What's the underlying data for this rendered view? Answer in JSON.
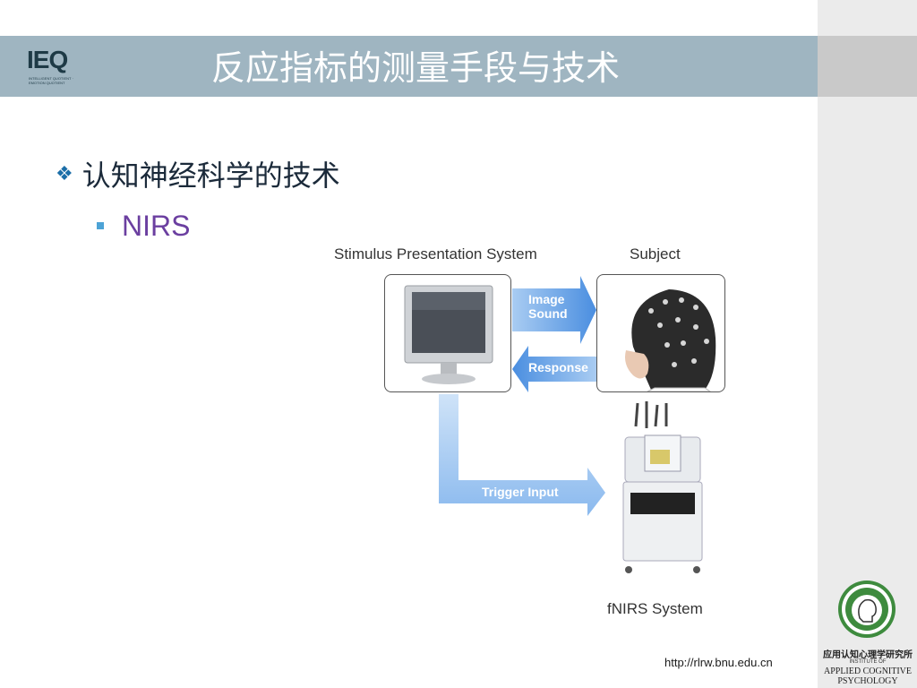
{
  "header": {
    "logo_text": "IEQ",
    "logo_sub": "INTELLIGENT QUOTIENT · EMOTION QUOTIENT",
    "title": "反应指标的测量手段与技术"
  },
  "content": {
    "bullet1": "认知神经科学的技术",
    "bullet2": "NIRS"
  },
  "figure": {
    "stimulus_label": "Stimulus Presentation System",
    "subject_label": "Subject",
    "arrow_image": "Image",
    "arrow_sound": "Sound",
    "arrow_response": "Response",
    "arrow_trigger": "Trigger Input",
    "fnirs_label": "fNIRS System"
  },
  "footer": {
    "url": "http://rlrw.bnu.edu.cn",
    "inst_cn": "应用认知心理学研究所",
    "inst_of": "INSTITUTE OF",
    "inst_en1": "APPLIED COGNITIVE",
    "inst_en2": "PSYCHOLOGY"
  },
  "colors": {
    "title_band": "#9fb5c1",
    "arrow": "#5b9be0",
    "bullet2_text": "#6b3fa0"
  }
}
